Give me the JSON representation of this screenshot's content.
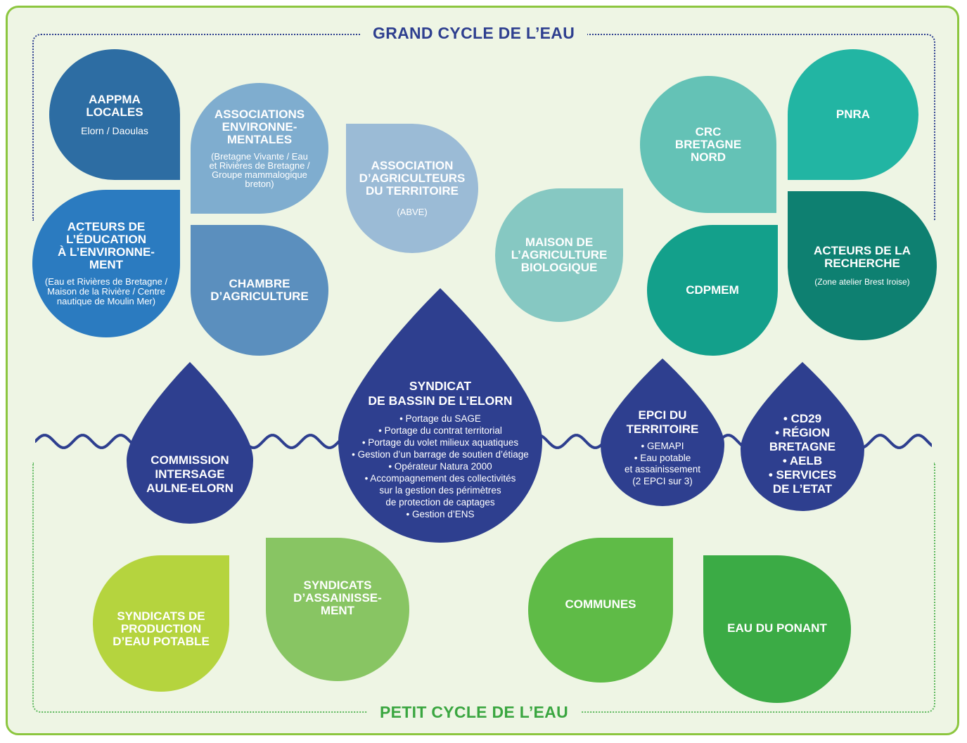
{
  "colors": {
    "frame_border": "#8cc63f",
    "background": "#eef5e4",
    "navy": "#2e3f8f",
    "green_title": "#3aa640"
  },
  "titles": {
    "grand": "GRAND CYCLE DE L’EAU",
    "petit": "PETIT CYCLE DE L’EAU"
  },
  "actors": {
    "aappma": {
      "title": "AAPPMA\nLOCALES",
      "sub": "Elorn / Daoulas",
      "color": "#2d6da3"
    },
    "associations_env": {
      "title": "ASSOCIATIONS\nENVIRONNE-\nMENTALES",
      "sub": "(Bretagne Vivante / Eau\net Rivières de Bretagne /\nGroupe mammalogique\nbreton)",
      "color": "#7fadcf"
    },
    "education": {
      "title": "ACTEURS DE\nL’ÉDUCATION\nÀ L’ENVIRONNE-\nMENT",
      "sub": "(Eau et Rivières de Bretagne /\nMaison de la Rivière / Centre\nnautique de Moulin Mer)",
      "color": "#2b7bc0"
    },
    "chambre": {
      "title": "CHAMBRE\nD’AGRICULTURE",
      "sub": "",
      "color": "#5b8fbe"
    },
    "agriculteurs": {
      "title": "ASSOCIATION\nD’AGRICULTEURS\nDU TERRITOIRE",
      "sub": "(ABVE)",
      "color": "#9bbbd6"
    },
    "maison_agri": {
      "title": "MAISON DE\nL’AGRICULTURE\nBIOLOGIQUE",
      "sub": "",
      "color": "#86c8c2"
    },
    "crc": {
      "title": "CRC\nBRETAGNE\nNORD",
      "sub": "",
      "color": "#64c2b6"
    },
    "pnra": {
      "title": "PNRA",
      "sub": "",
      "color": "#22b5a3"
    },
    "cdpmem": {
      "title": "CDPMEM",
      "sub": "",
      "color": "#13a08b"
    },
    "recherche": {
      "title": "ACTEURS DE LA\nRECHERCHE",
      "sub": "(Zone atelier Brest Iroise)",
      "color": "#0e8071"
    },
    "commission": {
      "title": "COMMISSION\nINTERSAGE\nAULNE-ELORN",
      "sub": "",
      "color": "#2e3f8f"
    },
    "syndicat": {
      "title": "SYNDICAT\nDE BASSIN DE L’ELORN",
      "sub": "• Portage du SAGE\n• Portage du contrat territorial\n• Portage du volet milieux aquatiques\n• Gestion d’un barrage de soutien d’étiage\n• Opérateur Natura 2000\n• Accompagnement des collectivités\nsur la gestion des périmètres\nde protection de captages\n• Gestion d’ENS",
      "color": "#2e3f8f"
    },
    "epci": {
      "title": "EPCI DU\nTERRITOIRE",
      "sub": "• GEMAPI\n• Eau potable\net assainissement\n(2 EPCI sur 3)",
      "color": "#2e3f8f"
    },
    "cd29": {
      "title": "• CD29\n• RÉGION\nBRETAGNE\n• AELB\n• SERVICES\nDE L’ETAT",
      "sub": "",
      "color": "#2e3f8f"
    },
    "prod_eau": {
      "title": "SYNDICATS DE\nPRODUCTION\nD’EAU POTABLE",
      "sub": "",
      "color": "#b5d43e"
    },
    "assainissement": {
      "title": "SYNDICATS\nD’ASSAINISSE-\nMENT",
      "sub": "",
      "color": "#88c563"
    },
    "communes": {
      "title": "COMMUNES",
      "sub": "",
      "color": "#5fbb47"
    },
    "ponant": {
      "title": "EAU DU PONANT",
      "sub": "",
      "color": "#3bab45"
    }
  }
}
